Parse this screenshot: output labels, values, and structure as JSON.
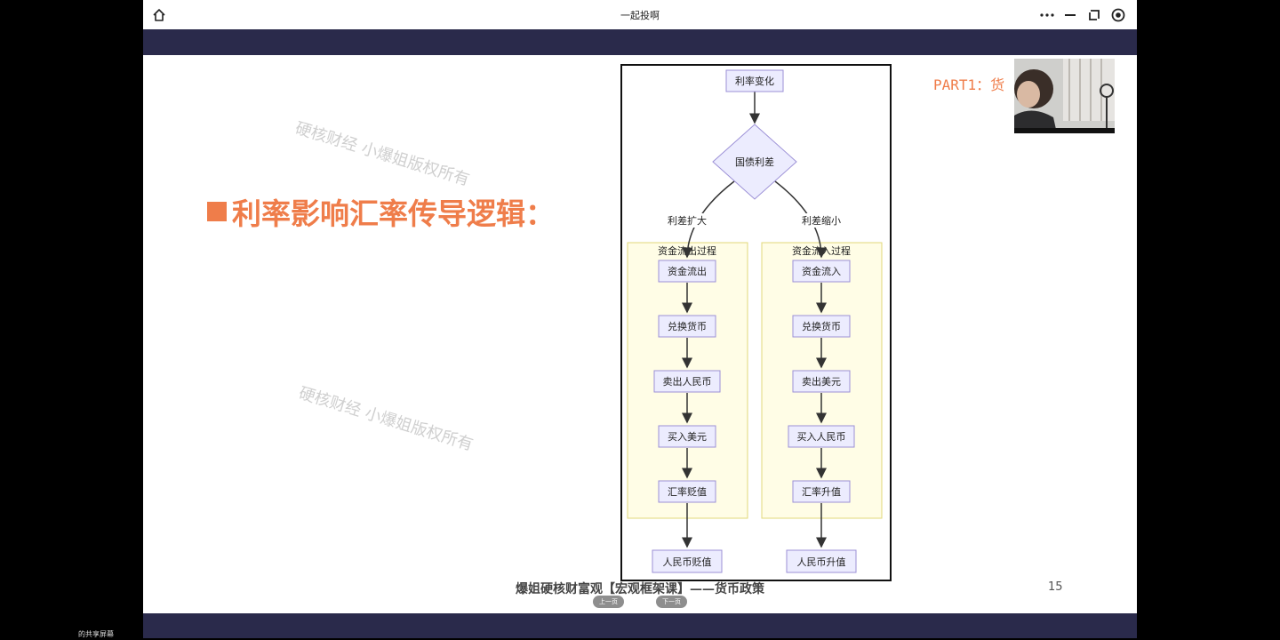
{
  "window": {
    "title": "一起投啊"
  },
  "controls": {
    "home_icon": "home-icon",
    "more_icon": "more-dots-icon",
    "minimize_icon": "minimize-icon",
    "restore_icon": "restore-icon",
    "close_icon": "close-circle-icon"
  },
  "slide": {
    "watermark": "硬核财经 小爆姐版权所有",
    "heading": "利率影响汇率传导逻辑：",
    "part_label": "PART1：货",
    "footer_title": "爆姐硬核财富观【宏观框架课】——货币政策",
    "page_number": "15",
    "prev_button": "上一页",
    "next_button": "下一页"
  },
  "flowchart": {
    "start": "利率变化",
    "decision": "国债利差",
    "branch_left": "利差扩大",
    "branch_right": "利差缩小",
    "left_group_title": "资金流出过程",
    "right_group_title": "资金流入过程",
    "left_steps": [
      "资金流出",
      "兑换货币",
      "卖出人民币",
      "买入美元",
      "汇率贬值"
    ],
    "right_steps": [
      "资金流入",
      "兑换货币",
      "卖出美元",
      "买入人民币",
      "汇率升值"
    ],
    "left_result": "人民币贬值",
    "right_result": "人民币升值"
  },
  "colors": {
    "accent": "#ef7d4a",
    "bar": "#2a2a4b",
    "node_fill": "#ececfe",
    "node_border": "#9b8fd6",
    "group_fill": "#fffde6",
    "group_border": "#e0d87a"
  },
  "share": {
    "label": "的共享屏幕"
  }
}
